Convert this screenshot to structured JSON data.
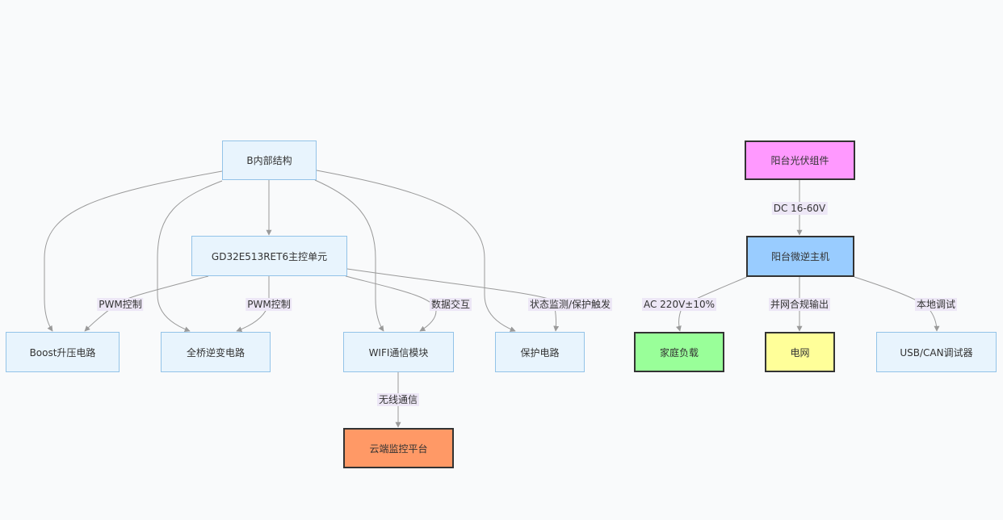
{
  "nodes": {
    "b_internal": "B内部结构",
    "mcu": "GD32E513RET6主控单元",
    "boost": "Boost升压电路",
    "inverter": "全桥逆变电路",
    "wifi": "WIFI通信模块",
    "protect": "保护电路",
    "cloud": "云端监控平台",
    "pv": "阳台光伏组件",
    "host": "阳台微逆主机",
    "load": "家庭负载",
    "grid": "电网",
    "debugger": "USB/CAN调试器"
  },
  "edges": {
    "pwm1": "PWM控制",
    "pwm2": "PWM控制",
    "data": "数据交互",
    "monitor": "状态监测/保护触发",
    "wireless": "无线通信",
    "dc": "DC 16-60V",
    "ac": "AC 220V±10%",
    "gridtie": "并网合规输出",
    "debug": "本地调试"
  },
  "colors": {
    "light_fill": "#e8f4fd",
    "light_border": "#93c3e8",
    "cloud_fill": "#ff9966",
    "pv_fill": "#ff99ff",
    "host_fill": "#99ccff",
    "load_fill": "#99ff99",
    "grid_fill": "#ffff99",
    "edge_label_bg": "#ede7f6"
  }
}
